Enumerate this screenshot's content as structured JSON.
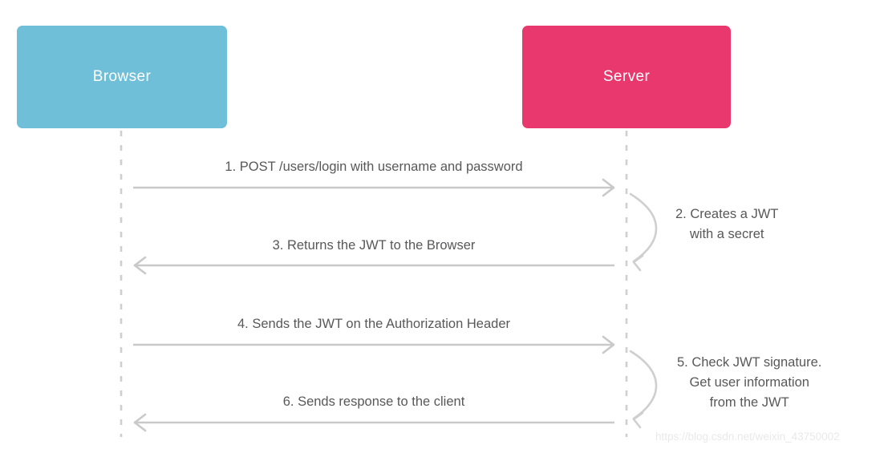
{
  "diagram": {
    "title": "JWT authentication sequence",
    "type": "sequence-diagram",
    "background": "#ffffff",
    "participants": [
      {
        "id": "browser",
        "label": "Browser",
        "color": "#6fbfd8",
        "text_color": "#ffffff"
      },
      {
        "id": "server",
        "label": "Server",
        "color": "#e8386e",
        "text_color": "#ffffff"
      }
    ],
    "line_color": "#c9c9c9",
    "text_color": "#58585a",
    "messages": [
      {
        "number": "1",
        "label": "1. POST /users/login with username and password",
        "from": "browser",
        "to": "server",
        "direction": "right"
      },
      {
        "number": "3",
        "label": "3. Returns the JWT to the Browser",
        "from": "server",
        "to": "browser",
        "direction": "left"
      },
      {
        "number": "4",
        "label": "4. Sends the JWT on the Authorization Header",
        "from": "browser",
        "to": "server",
        "direction": "right"
      },
      {
        "number": "6",
        "label": "6. Sends response to the client",
        "from": "server",
        "to": "browser",
        "direction": "left"
      }
    ],
    "self_calls": [
      {
        "number": "2",
        "on": "server",
        "lines": [
          "2. Creates a JWT",
          "with a secret"
        ]
      },
      {
        "number": "5",
        "on": "server",
        "lines": [
          "5. Check JWT signature.",
          "Get user information",
          "from the JWT"
        ]
      }
    ]
  },
  "watermark": "https://blog.csdn.net/weixin_43750002"
}
